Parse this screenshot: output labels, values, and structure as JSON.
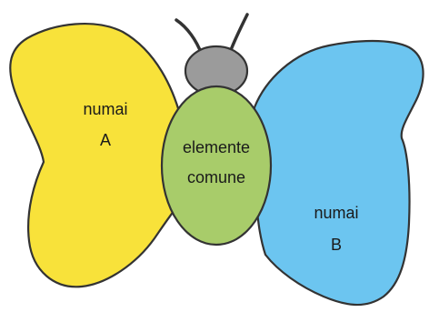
{
  "wing_left": {
    "line1": "numai",
    "line2": "A"
  },
  "body": {
    "line1": "elemente",
    "line2": "comune"
  },
  "wing_right": {
    "line1": "numai",
    "line2": "B"
  },
  "colors": {
    "wing_left": "#f8e23a",
    "wing_right": "#6cc5f0",
    "body": "#a8cc6a",
    "head": "#9b9b9b",
    "outline": "#333333"
  }
}
